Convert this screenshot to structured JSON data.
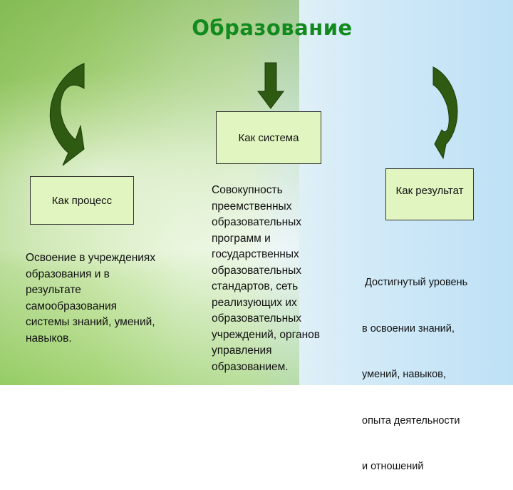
{
  "title": "Образование",
  "colors": {
    "title": "#128a1d",
    "arrow_fill": "#2f5a12",
    "box_fill": "#e1f5c0"
  },
  "icons": {
    "left_arrow": "curved-arrow-down-left-icon",
    "center_arrow": "arrow-down-icon",
    "right_arrow": "curved-arrow-down-right-icon"
  },
  "columns": [
    {
      "heading": "Как процесс",
      "description": "Освоение в учреждениях образования и в результате самообразования системы знаний, умений, навыков."
    },
    {
      "heading": "Как система",
      "description": "Совокупность преемственных образовательных программ и государственных образовательных стандартов, сеть реализующих их образовательных учреждений, органов управления образованием."
    },
    {
      "heading": "Как результат",
      "description": "Достигнутый уровень в освоении знаний, умений, навыков, опыта деятельности и отношений"
    }
  ],
  "lines": {
    "process": [
      "Освоение в учреждениях",
      "образования и в",
      "результате",
      "самообразования",
      "системы знаний, умений,",
      "навыков."
    ],
    "system": [
      "Совокупность",
      "преемственных",
      "образовательных",
      "программ и",
      "государственных",
      "образовательных",
      "стандартов, сеть",
      "реализующих их",
      "образовательных",
      "учреждений, органов",
      "управления",
      "образованием."
    ],
    "result": [
      " Достигнутый уровень",
      "в освоении знаний,",
      "умений, навыков,",
      "опыта деятельности",
      "и отношений"
    ]
  }
}
